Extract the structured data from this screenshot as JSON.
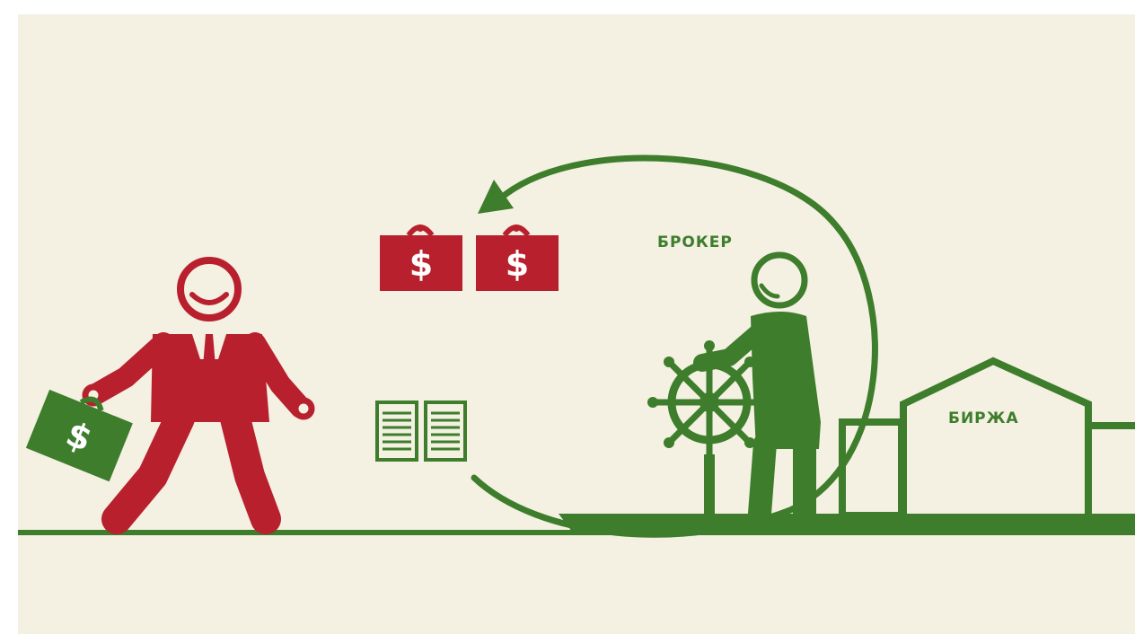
{
  "labels": {
    "broker": "БРОКЕР",
    "exchange": "БИРЖА"
  },
  "symbols": {
    "currency": "$"
  },
  "colors": {
    "background": "#f4f0e2",
    "investor_red": "#b8202e",
    "broker_green": "#3d7d2b",
    "on_bag_text": "#ffffff"
  },
  "icons": [
    "investor-figure",
    "money-bag-icon",
    "document-icon",
    "circular-arrow",
    "broker-figure",
    "ship-wheel-icon",
    "exchange-building"
  ]
}
